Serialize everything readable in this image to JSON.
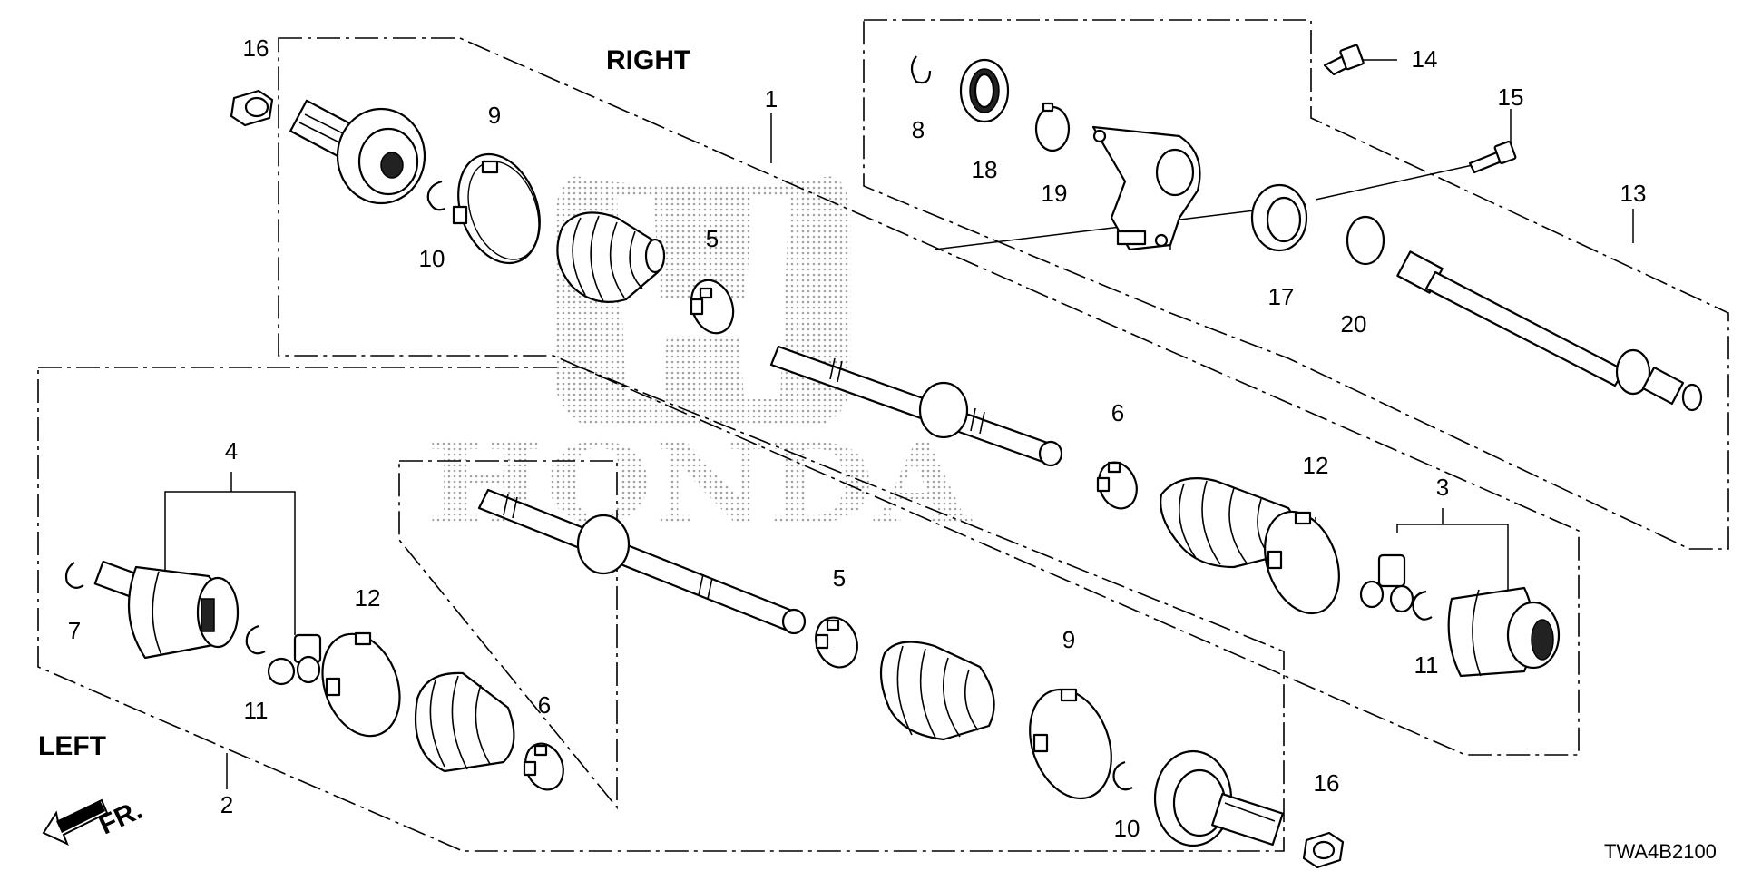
{
  "header": {
    "right_label": "RIGHT",
    "left_label": "LEFT"
  },
  "direction": {
    "label": "FR."
  },
  "diagram_code": "TWA4B2100",
  "watermark": {
    "brand": "HONDA"
  },
  "callouts": {
    "c1": "1",
    "c2": "2",
    "c3": "3",
    "c4": "4",
    "c5a": "5",
    "c5b": "5",
    "c6a": "6",
    "c6b": "6",
    "c7": "7",
    "c8": "8",
    "c9a": "9",
    "c9b": "9",
    "c10a": "10",
    "c10b": "10",
    "c11a": "11",
    "c11b": "11",
    "c12a": "12",
    "c12b": "12",
    "c13": "13",
    "c14": "14",
    "c15": "15",
    "c16a": "16",
    "c16b": "16",
    "c17": "17",
    "c18": "18",
    "c19": "19",
    "c20": "20"
  }
}
